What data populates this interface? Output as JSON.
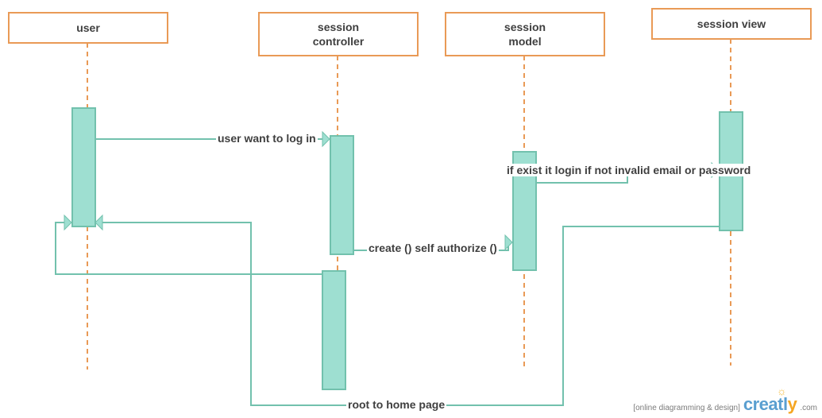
{
  "participants": [
    {
      "id": "user",
      "label": "user"
    },
    {
      "id": "controller",
      "label": "session\ncontroller"
    },
    {
      "id": "model",
      "label": "session\nmodel"
    },
    {
      "id": "view",
      "label": "session view"
    }
  ],
  "messages": [
    {
      "id": "login",
      "label": "user want to log in"
    },
    {
      "id": "validate",
      "label": "if exist it login if not invalid email or password"
    },
    {
      "id": "create",
      "label": "create () self authorize ()"
    },
    {
      "id": "home",
      "label": "root to home page"
    }
  ],
  "watermark": {
    "tagline": "[online diagramming & design]",
    "logo_main": "creatl",
    "logo_y": "y",
    "logo_suffix": ".com"
  },
  "colors": {
    "lifeline": "#e99a56",
    "activation_fill": "#9edfd1",
    "activation_stroke": "#72c1ad",
    "message_line": "#72c1ad",
    "text": "#3f3f3f"
  }
}
